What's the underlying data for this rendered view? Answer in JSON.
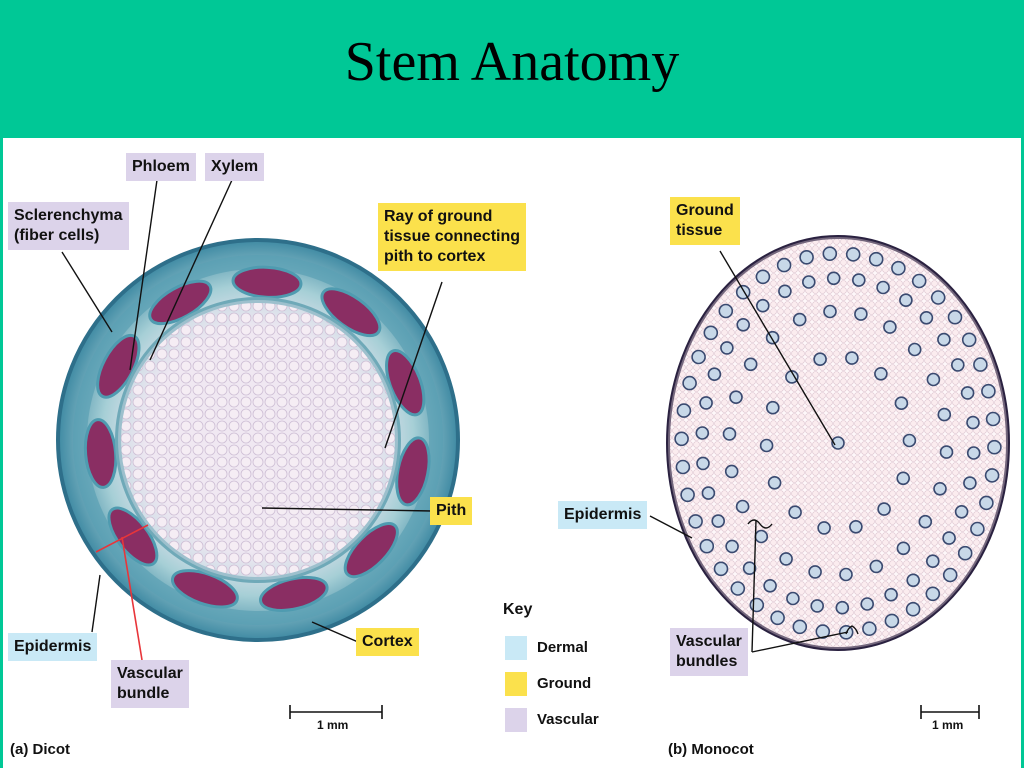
{
  "title": "Stem Anatomy",
  "dicot": {
    "caption": "(a) Dicot",
    "labels": {
      "phloem": "Phloem",
      "xylem": "Xylem",
      "sclerenchyma_line1": "Sclerenchyma",
      "sclerenchyma_line2": "(fiber cells)",
      "ray_line1": "Ray of ground",
      "ray_line2": "tissue connecting",
      "ray_line3": "pith to cortex",
      "pith": "Pith",
      "epidermis": "Epidermis",
      "vascular_line1": "Vascular",
      "vascular_line2": "bundle",
      "cortex": "Cortex"
    },
    "scale": "1 mm"
  },
  "monocot": {
    "caption": "(b) Monocot",
    "labels": {
      "ground_line1": "Ground",
      "ground_line2": "tissue",
      "epidermis": "Epidermis",
      "vascular_line1": "Vascular",
      "vascular_line2": "bundles"
    },
    "scale": "1 mm"
  },
  "key": {
    "title": "Key",
    "items": [
      {
        "label": "Dermal",
        "color": "#c9e9f6"
      },
      {
        "label": "Ground",
        "color": "#fbe14c"
      },
      {
        "label": "Vascular",
        "color": "#dcd3ea"
      }
    ]
  },
  "colors": {
    "header_bg": "#00c896",
    "dermal": "#c9e9f6",
    "ground": "#fbe14c",
    "vascular": "#dcd3ea"
  }
}
